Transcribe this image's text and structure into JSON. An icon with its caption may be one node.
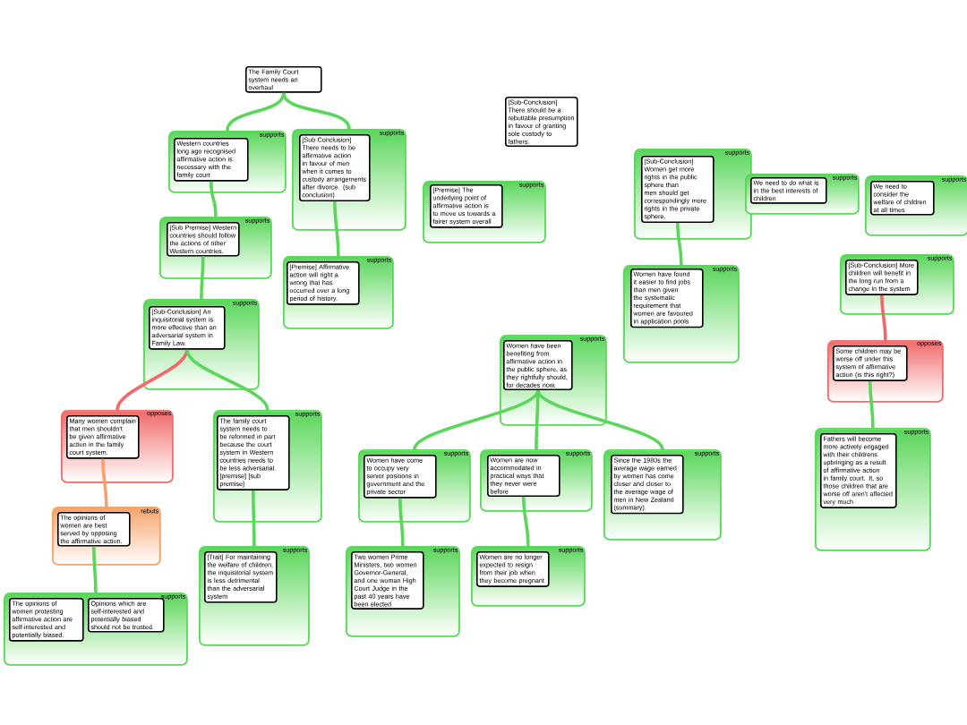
{
  "diagram": {
    "nodes": [
      {
        "text": [
          "The Family Court system needs an overhaul"
        ]
      },
      {
        "text": [
          "supports"
        ]
      },
      {
        "text": [
          "Western countries long ago recognised affirmative action is necessary with the family court"
        ],
        "in": 1
      },
      {
        "text": [
          "supports"
        ]
      },
      {
        "text": [
          "[Sub Conclusion] There needs to be affirmative action in favour of men when it comes to custody arrangements after divorce. (sub conclusion)"
        ],
        "in": 3
      },
      {
        "text": [
          "[Sub-Conclusion] There should be a rebuttable presumption in favour of granting sole custody to fathers."
        ]
      },
      {
        "text": [
          "supports"
        ]
      },
      {
        "text": [
          "[Premise] The underlying point of affirmative action is to move us towards a fairer system overall"
        ],
        "in": 6
      },
      {
        "text": [
          "supports"
        ]
      },
      {
        "text": [
          "[Sub-Conclusion] Women get more rights in the public sphere than men should get correspondingly more rights in the private sphere."
        ],
        "in": 8
      },
      {
        "text": [
          "supports"
        ]
      },
      {
        "text": [
          "We need to do what is in the best interests of children"
        ],
        "in": 10
      },
      {
        "text": [
          "supports"
        ]
      },
      {
        "text": [
          "We need to consider the welfare of children at all times"
        ],
        "in": 12
      },
      {
        "text": [
          "supports"
        ]
      },
      {
        "text": [
          "[Sub Premise] Western countries should follow the actions of other Western countries."
        ],
        "in": 14
      },
      {
        "text": [
          "supports"
        ]
      },
      {
        "text": [
          "[Premise] Affirmative action will right a wrong that has occurred over a long period of history."
        ],
        "in": 16
      },
      {
        "text": [
          "supports"
        ]
      },
      {
        "text": [
          "Women have found it easier to find jobs than men given the systematic requirement that women are favoured in application pools"
        ],
        "in": 18
      },
      {
        "text": [
          "supports"
        ]
      },
      {
        "text": [
          "[Sub-Conclusion] An inquisitorial system is more effective than an adversarial system in Family Law."
        ],
        "in": 20
      },
      {
        "text": [
          "supports"
        ]
      },
      {
        "text": [
          "[Sub-Conclusion] More children will benefit in the long run from a change in the system"
        ],
        "in": 22
      },
      {
        "text": [
          "supports"
        ]
      },
      {
        "text": [
          "Women have been benefiting from affirmative action in the public sphere, as they rightfully should, for decades now."
        ],
        "in": 24
      },
      {
        "text": [
          "opposes"
        ]
      },
      {
        "text": [
          "Some children may be worse off under this system of affirmative action (is this right?)"
        ],
        "in": 26
      },
      {
        "text": [
          "opposes"
        ]
      },
      {
        "text": [
          "Many women complain that men shouldn't be given affirmative action in the family court system."
        ],
        "in": 28
      },
      {
        "text": [
          "supports"
        ]
      },
      {
        "text": [
          "The family court system needs to be reformed in part because the court system in Western countries needs to be less adversarial. [premise] [sub premise]"
        ],
        "in": 30
      },
      {
        "text": [
          "supports"
        ]
      },
      {
        "text": [
          "Fathers will become more actively engaged with their childrens upbringing as a result of affirmative action in family court. It, so those children that are worse off aren't affected very much"
        ],
        "in": 32
      },
      {
        "text": [
          "supports"
        ]
      },
      {
        "text": [
          "Women have come to occupy very senior positions in government and the private sector"
        ],
        "in": 34
      },
      {
        "text": [
          "supports"
        ]
      },
      {
        "text": [
          "Women are now accommodated in practical ways that they never were before"
        ],
        "in": 36
      },
      {
        "text": [
          "supports"
        ]
      },
      {
        "text": [
          "Since the 1980s the average wage earned by women has come closer and closer to the average wage of men in New Zealand (summary)."
        ],
        "in": 38
      },
      {
        "text": [
          "rebuts"
        ]
      },
      {
        "text": [
          "The opinions of women are best served by opposing the affirmative action."
        ],
        "in": 40
      },
      {
        "text": [
          "supports"
        ]
      },
      {
        "text": [
          "Women are no longer expected to resign from their job when they become pregnant"
        ],
        "in": 42
      },
      {
        "text": [
          "supports"
        ]
      },
      {
        "text": [
          "[Trait] For maintaining the welfare of children, the inquisitorial system is less detrimental than the adversarial system"
        ],
        "in": 44
      },
      {
        "text": [
          "supports"
        ]
      },
      {
        "text": [
          "Two women Prime Ministers, two women Governor-General, and one woman High Court Judge in the past 40 years have been elected"
        ],
        "in": 46
      },
      {
        "text": [
          "supports"
        ]
      },
      {
        "text": [
          "The opinions of women protesting affirmative action are self-interested and potentially biased."
        ],
        "in": 48
      },
      {
        "text": [
          "Opinions which are self-interested and potentially biased should not be trusted."
        ],
        "in": 48
      }
    ],
    "edges": [
      {
        "from": 0,
        "to": 1,
        "arrow": "none"
      },
      {
        "from": 0,
        "to": 3,
        "arrow": "none"
      },
      {
        "from": 2,
        "to": 14,
        "arrow": "none"
      },
      {
        "from": 4,
        "to": 16,
        "arrow": "none"
      },
      {
        "from": 9,
        "to": 18,
        "arrow": "none"
      },
      {
        "from": 15,
        "to": 20,
        "arrow": "none"
      },
      {
        "from": 21,
        "to": 28,
        "arrow": "none",
        "color": "#f06a6a"
      },
      {
        "from": 21,
        "to": 30,
        "arrow": "none"
      },
      {
        "from": 23,
        "to": 26,
        "arrow": "none",
        "color": "#f06a6a"
      },
      {
        "from": 25,
        "to": 34,
        "arrow": "none"
      },
      {
        "from": 25,
        "to": 36,
        "arrow": "none"
      },
      {
        "from": 25,
        "to": 38,
        "arrow": "none"
      },
      {
        "from": 27,
        "to": 32,
        "arrow": "none"
      },
      {
        "from": 29,
        "to": 40,
        "arrow": "none",
        "color": "#f5a36a"
      },
      {
        "from": 31,
        "to": 44,
        "arrow": "none"
      },
      {
        "from": 35,
        "to": 46,
        "arrow": "none"
      },
      {
        "from": 37,
        "to": 42,
        "arrow": "none"
      },
      {
        "from": 41,
        "to": 48,
        "arrow": "none"
      }
    ]
  }
}
